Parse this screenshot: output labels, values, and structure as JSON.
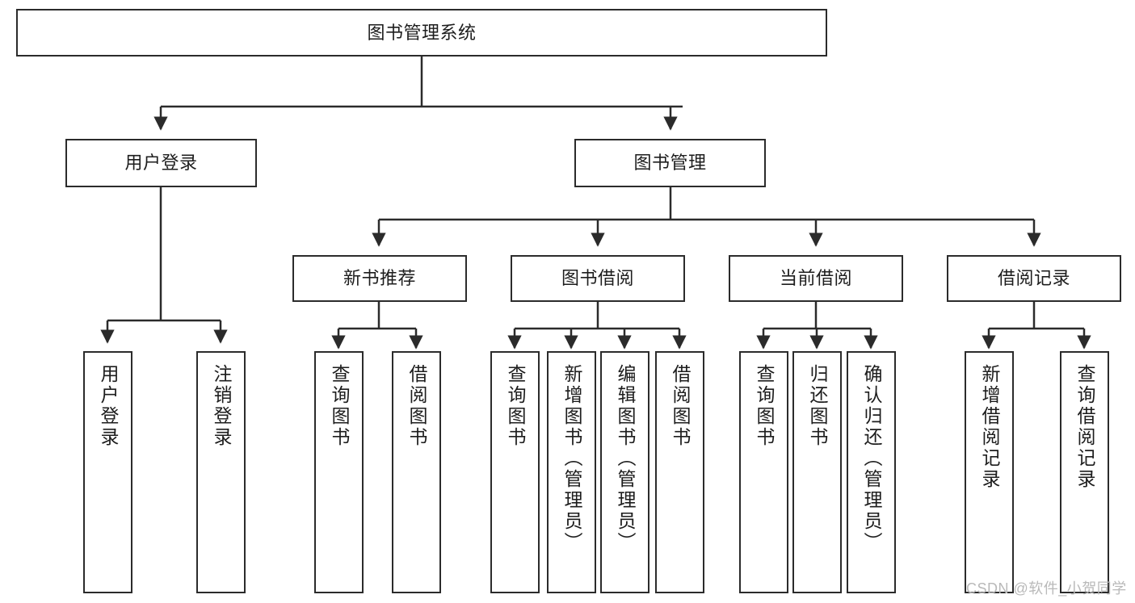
{
  "diagram": {
    "type": "tree",
    "title": "图书管理系统",
    "root": {
      "label": "图书管理系统"
    },
    "level2": [
      {
        "label": "用户登录"
      },
      {
        "label": "图书管理"
      }
    ],
    "level3": [
      {
        "label": "新书推荐"
      },
      {
        "label": "图书借阅"
      },
      {
        "label": "当前借阅"
      },
      {
        "label": "借阅记录"
      }
    ],
    "leaves": {
      "user_login": [
        {
          "label": "用户登录"
        },
        {
          "label": "注销登录"
        }
      ],
      "new_book_recommend": [
        {
          "label": "查询图书"
        },
        {
          "label": "借阅图书"
        }
      ],
      "book_borrow": [
        {
          "label": "查询图书"
        },
        {
          "label": "新增图书（管理员）"
        },
        {
          "label": "编辑图书（管理员）"
        },
        {
          "label": "借阅图书"
        }
      ],
      "current_borrow": [
        {
          "label": "查询图书"
        },
        {
          "label": "归还图书"
        },
        {
          "label": "确认归还（管理员）"
        }
      ],
      "borrow_record": [
        {
          "label": "新增借阅记录"
        },
        {
          "label": "查询借阅记录"
        }
      ]
    },
    "colors": {
      "stroke": "#2b2b2b",
      "fill": "#ffffff",
      "text": "#1d1d1d",
      "watermark": "#b9b9b9"
    }
  },
  "watermark": {
    "text": "CSDN @软件_小贺同学"
  }
}
